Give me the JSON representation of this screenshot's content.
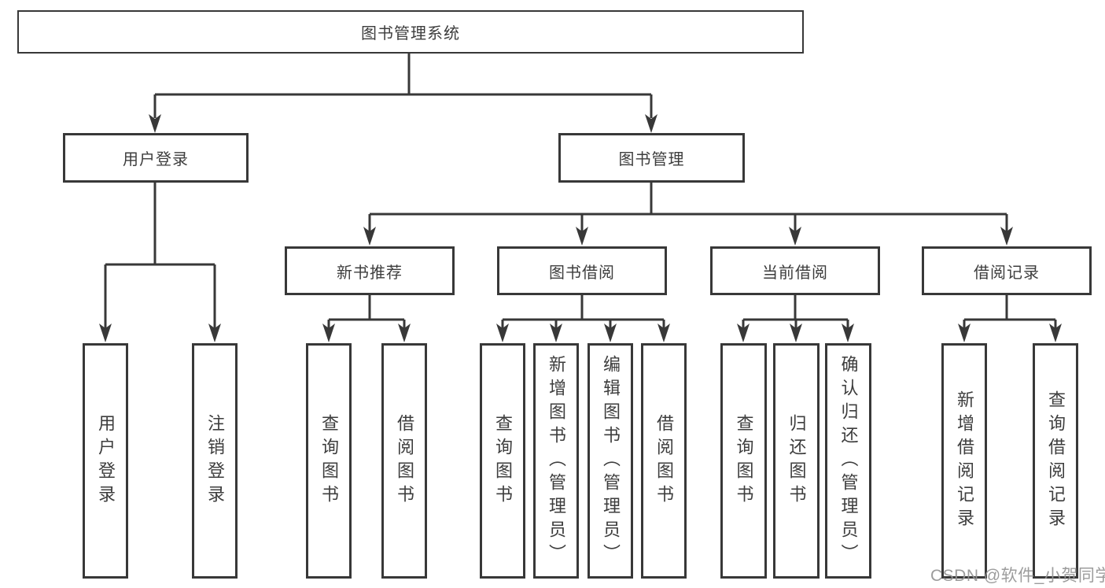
{
  "diagram_type": "hierarchy-tree",
  "tree": {
    "root": {
      "label": "图书管理系统",
      "children": [
        {
          "label": "用户登录",
          "children": [
            {
              "label": "用户登录"
            },
            {
              "label": "注销登录"
            }
          ]
        },
        {
          "label": "图书管理",
          "children": [
            {
              "label": "新书推荐",
              "children": [
                {
                  "label": "查询图书"
                },
                {
                  "label": "借阅图书"
                }
              ]
            },
            {
              "label": "图书借阅",
              "children": [
                {
                  "label": "查询图书"
                },
                {
                  "label": "新增图书（管理员）"
                },
                {
                  "label": "编辑图书（管理员）"
                },
                {
                  "label": "借阅图书"
                }
              ]
            },
            {
              "label": "当前借阅",
              "children": [
                {
                  "label": "查询图书"
                },
                {
                  "label": "归还图书"
                },
                {
                  "label": "确认归还（管理员）"
                }
              ]
            },
            {
              "label": "借阅记录",
              "children": [
                {
                  "label": "新增借阅记录"
                },
                {
                  "label": "查询借阅记录"
                }
              ]
            }
          ]
        }
      ]
    }
  },
  "watermark": "CSDN @软件_小贺同学",
  "colors": {
    "line": "#383838",
    "text": "#3d3d3d",
    "background": "#ffffff",
    "watermark": "#949494"
  }
}
